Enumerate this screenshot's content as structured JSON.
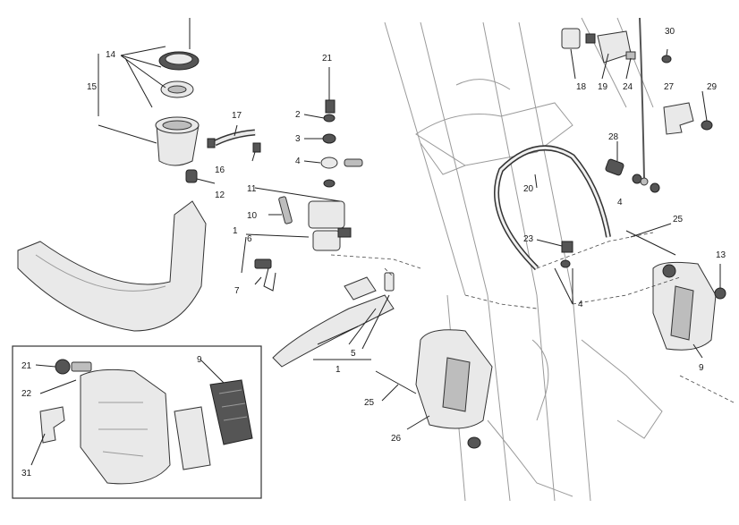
{
  "diagram": {
    "callouts": {
      "c1": "1",
      "c2": "2",
      "c3": "3",
      "c4a": "4",
      "c4b": "4",
      "c4c": "4",
      "c5": "5",
      "c6": "6",
      "c7": "7",
      "c9a": "9",
      "c9b": "9",
      "c10": "10",
      "c11": "11",
      "c12": "12",
      "c13": "13",
      "c14": "14",
      "c15": "15",
      "c16": "16",
      "c17": "17",
      "c18": "18",
      "c19": "19",
      "c20": "20",
      "c21a": "21",
      "c21b": "21",
      "c22": "22",
      "c23": "23",
      "c24": "24",
      "c25a": "25",
      "c25b": "25",
      "c26": "26",
      "c27": "27",
      "c28": "28",
      "c29": "29",
      "c30": "30",
      "c31": "31",
      "c1b": "1"
    }
  }
}
